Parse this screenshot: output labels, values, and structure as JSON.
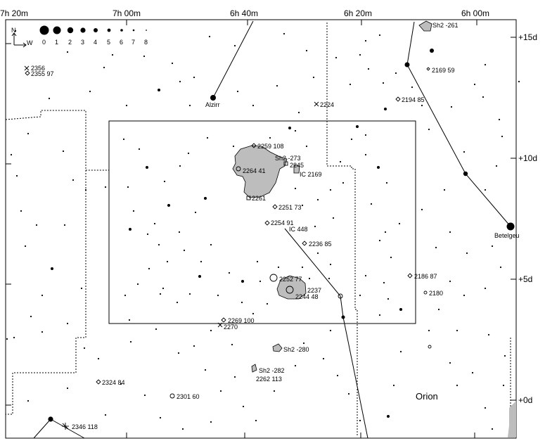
{
  "ra_labels": [
    "7h 20m",
    "7h 00m",
    "6h 40m",
    "6h 20m",
    "6h 00m"
  ],
  "dec_labels": [
    "+15d",
    "+10d",
    "+5d",
    "+0d"
  ],
  "legend": {
    "compass_n": "N",
    "compass_w": "W",
    "magnitudes": [
      "0",
      "1",
      "2",
      "3",
      "4",
      "5",
      "6",
      "7",
      "8"
    ]
  },
  "constellation_label": "Orion",
  "star_names": {
    "betelgeuse": "Betelgeu",
    "alzirr": "Alzirr"
  },
  "objects": [
    "2356",
    "2355 97",
    "Sh2 -261",
    "2169 59",
    "2194 85",
    "2224",
    "2259 108",
    "Sh2 -273",
    "2245",
    "2264 41",
    "IC 2169",
    "2261",
    "2251 73",
    "2254 91",
    "IC 448",
    "2236 85",
    "2186 87",
    "2252 77",
    "2237",
    "2244 48",
    "2180",
    "2269 100",
    "2270",
    "Sh2 -280",
    "Sh2 -282",
    "2262 113",
    "2324 84",
    "2301 60",
    "2346 118"
  ],
  "colors": {
    "nebula_fill": "#bdbdbd",
    "ink": "#000000",
    "background": "#ffffff"
  }
}
